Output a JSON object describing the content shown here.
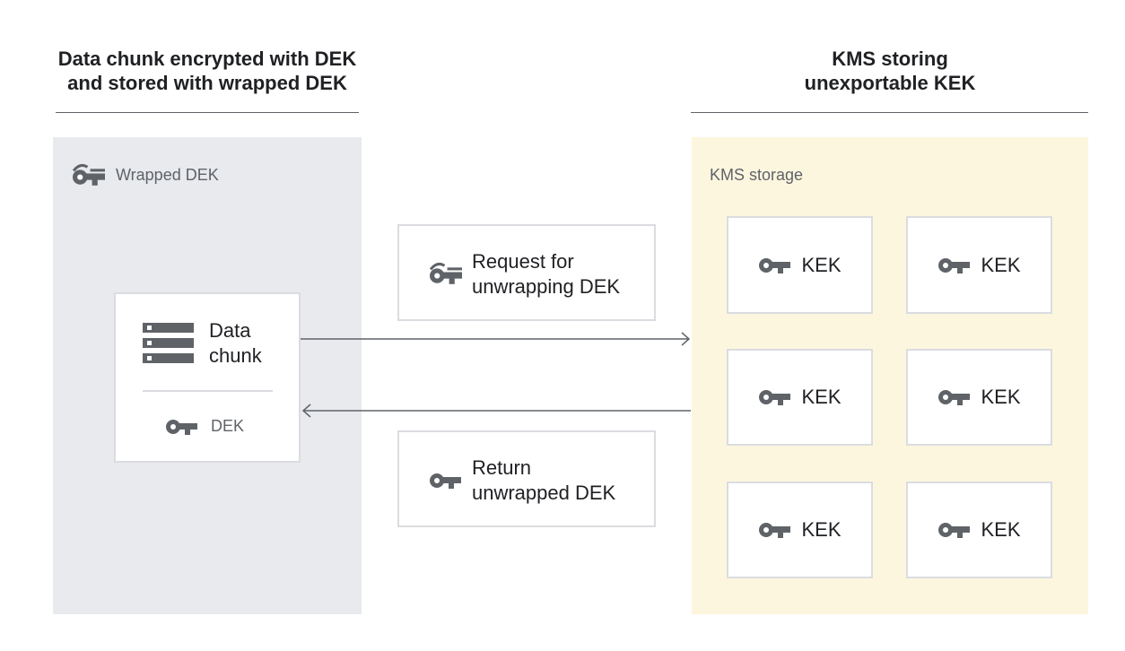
{
  "left": {
    "title_line1": "Data chunk encrypted with DEK",
    "title_line2": "and stored with wrapped DEK",
    "panel_label": "Wrapped DEK",
    "data_chunk_line1": "Data",
    "data_chunk_line2": "chunk",
    "dek_label": "DEK"
  },
  "right": {
    "title_line1": "KMS storing",
    "title_line2": "unexportable KEK",
    "panel_label": "KMS storage",
    "keks": [
      "KEK",
      "KEK",
      "KEK",
      "KEK",
      "KEK",
      "KEK"
    ]
  },
  "middle": {
    "request_line1": "Request for",
    "request_line2": "unwrapping DEK",
    "return_line1": "Return",
    "return_line2": "unwrapped DEK"
  },
  "colors": {
    "left_panel": "#e8eaed",
    "right_panel": "#fdf6df",
    "icon": "#5f6368"
  }
}
